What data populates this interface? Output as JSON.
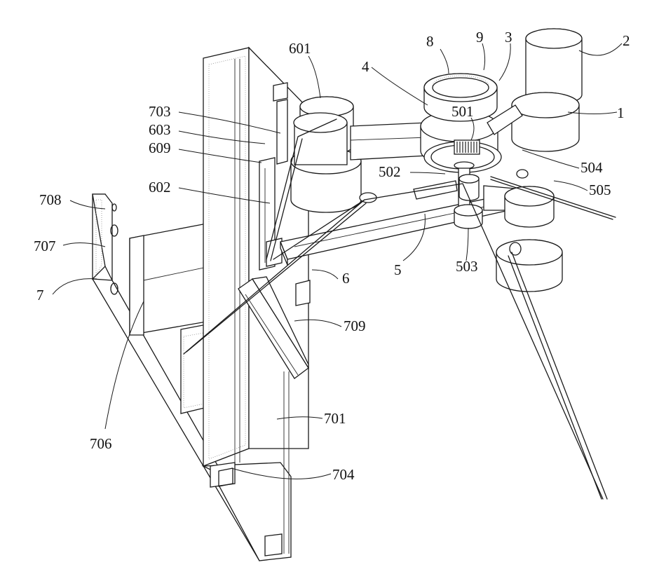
{
  "figure": {
    "labels": {
      "l601": "601",
      "l8": "8",
      "l9": "9",
      "l3": "3",
      "l2": "2",
      "l4": "4",
      "l703": "703",
      "l501": "501",
      "l1": "1",
      "l603": "603",
      "l609": "609",
      "l504": "504",
      "l502": "502",
      "l602": "602",
      "l505": "505",
      "l708": "708",
      "l707": "707",
      "l5": "5",
      "l503": "503",
      "l6": "6",
      "l7": "7",
      "l709": "709",
      "l701": "701",
      "l706": "706",
      "l704": "704"
    }
  }
}
